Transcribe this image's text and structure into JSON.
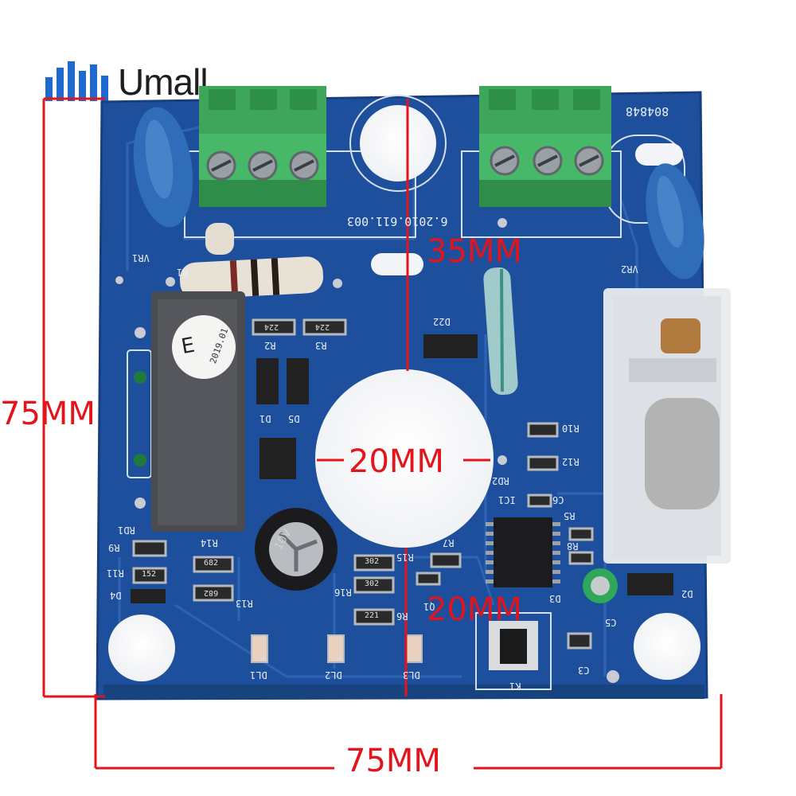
{
  "brand": {
    "name": "Umall",
    "logo_icon": "bar-equalizer-logo",
    "colors": {
      "blue": "#1f6ad0",
      "text": "#1e1e1e"
    }
  },
  "dimensions": {
    "height_label": "75MM",
    "width_label": "75MM",
    "hole_label": "20MM",
    "top_offset_label": "35MM",
    "bottom_offset_label": "20MM",
    "line_color": "#e3141b"
  },
  "board": {
    "color": "#1e4f9c",
    "part_number": "6.2010.611.003",
    "code": "804848",
    "date_sticker": "2019.01",
    "sticker_letter": "E",
    "capacitor_value": "10V",
    "labels": {
      "vr1": "VR1",
      "vr2": "VR2",
      "r1": "R1",
      "r2": "R2",
      "r3": "R3",
      "d1": "D1",
      "d5": "D5",
      "d22": "D22",
      "r10": "R10",
      "r12": "R12",
      "rd2": "RD2",
      "ic1": "IC1",
      "c6": "C6",
      "r5": "R5",
      "r8": "R8",
      "d3": "D3",
      "c5": "C5",
      "d2": "D2",
      "rd1": "RD1",
      "r9": "R9",
      "r11": "R11",
      "d4": "D4",
      "r14": "R14",
      "r13": "R13",
      "r15": "R15",
      "r16": "R16",
      "r6": "R6",
      "r7": "R7",
      "q1": "Q1",
      "dl1": "DL1",
      "dl2": "DL2",
      "dl3": "DL3",
      "k1": "K1",
      "c3": "C3",
      "smd_224a": "224",
      "smd_224b": "224",
      "smd_682a": "682",
      "smd_682b": "682",
      "smd_152": "152",
      "smd_302a": "302",
      "smd_302b": "302",
      "smd_221": "221"
    }
  }
}
